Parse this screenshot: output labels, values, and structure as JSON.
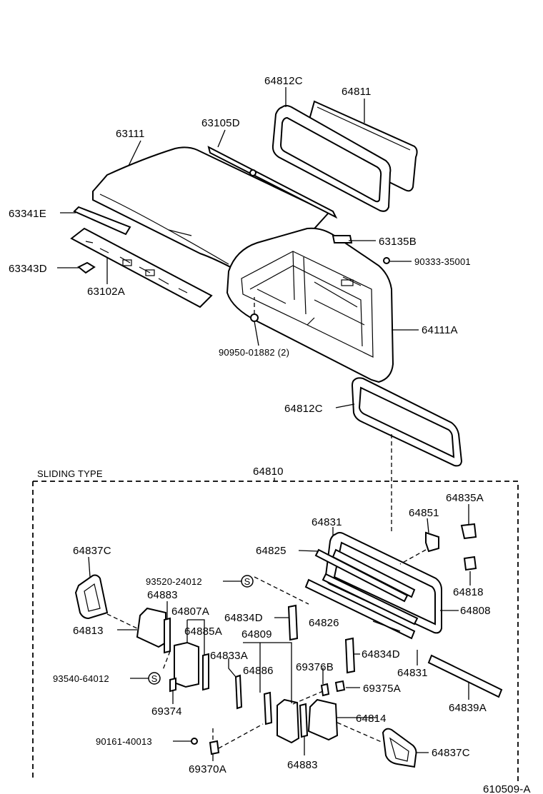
{
  "section_title": "SLIDING TYPE",
  "footer_code": "610509-A",
  "labels": {
    "p64812C_top": "64812C",
    "p64811": "64811",
    "p63111": "63111",
    "p63105D": "63105D",
    "p63341E": "63341E",
    "p63135B": "63135B",
    "p90333": "90333-35001",
    "p63343D": "63343D",
    "p63102A": "63102A",
    "p64111A": "64111A",
    "p90950": "90950-01882 (2)",
    "p64812C_mid": "64812C",
    "p64810": "64810",
    "p64835A": "64835A",
    "p64831_top": "64831",
    "p64851": "64851",
    "p64825": "64825",
    "p64837C_left": "64837C",
    "p93520": "93520-24012",
    "p64818": "64818",
    "p64883_top": "64883",
    "p64808": "64808",
    "p64807A": "64807A",
    "p64834D_left": "64834D",
    "p64813": "64813",
    "p64885A": "64885A",
    "p64826": "64826",
    "p64809": "64809",
    "p64833A": "64833A",
    "p64834D_right": "64834D",
    "p69376B": "69376B",
    "p64831_bot": "64831",
    "p64886": "64886",
    "p93540": "93540-64012",
    "p69375A": "69375A",
    "p69374": "69374",
    "p64839A": "64839A",
    "p64814": "64814",
    "p90161": "90161-40013",
    "p64837C_right": "64837C",
    "p69370A": "69370A",
    "p64883_bot": "64883",
    "s_mark_1": "S",
    "s_mark_2": "S"
  }
}
